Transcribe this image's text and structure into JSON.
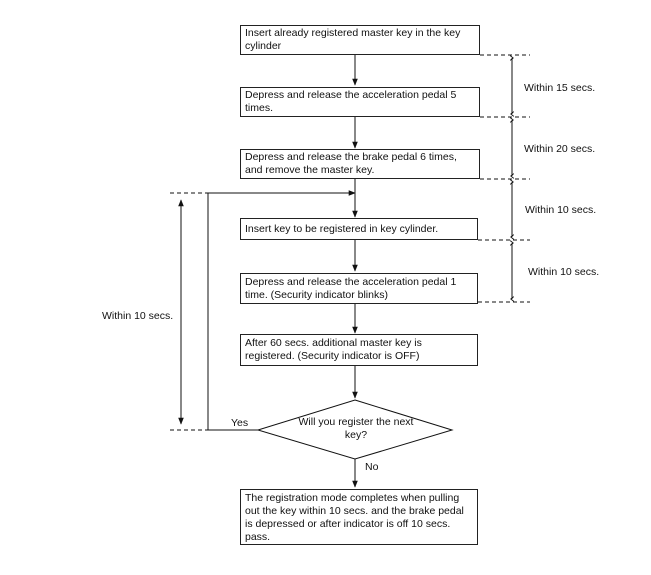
{
  "steps": {
    "step1": "Insert already registered master key in the key cylinder",
    "step2": "Depress and release the acceleration pedal 5 times.",
    "step3": "Depress and release the brake pedal 6 times, and remove the master key.",
    "step4": "Insert key to be registered in key cylinder.",
    "step5": "Depress and release the acceleration pedal 1 time. (Security indicator blinks)",
    "step6": "After 60 secs. additional master key is registered. (Security indicator is OFF)",
    "decision": "Will you register the next key?",
    "final": "The registration mode completes when pulling out the key within 10 secs. and the brake pedal is depressed or after indicator is off 10 secs. pass."
  },
  "branches": {
    "yes": "Yes",
    "no": "No"
  },
  "timings": {
    "t1": "Within 15 secs.",
    "t2": "Within 20 secs.",
    "t3": "Within 10 secs.",
    "t4": "Within 10 secs.",
    "loop": "Within 10 secs."
  }
}
